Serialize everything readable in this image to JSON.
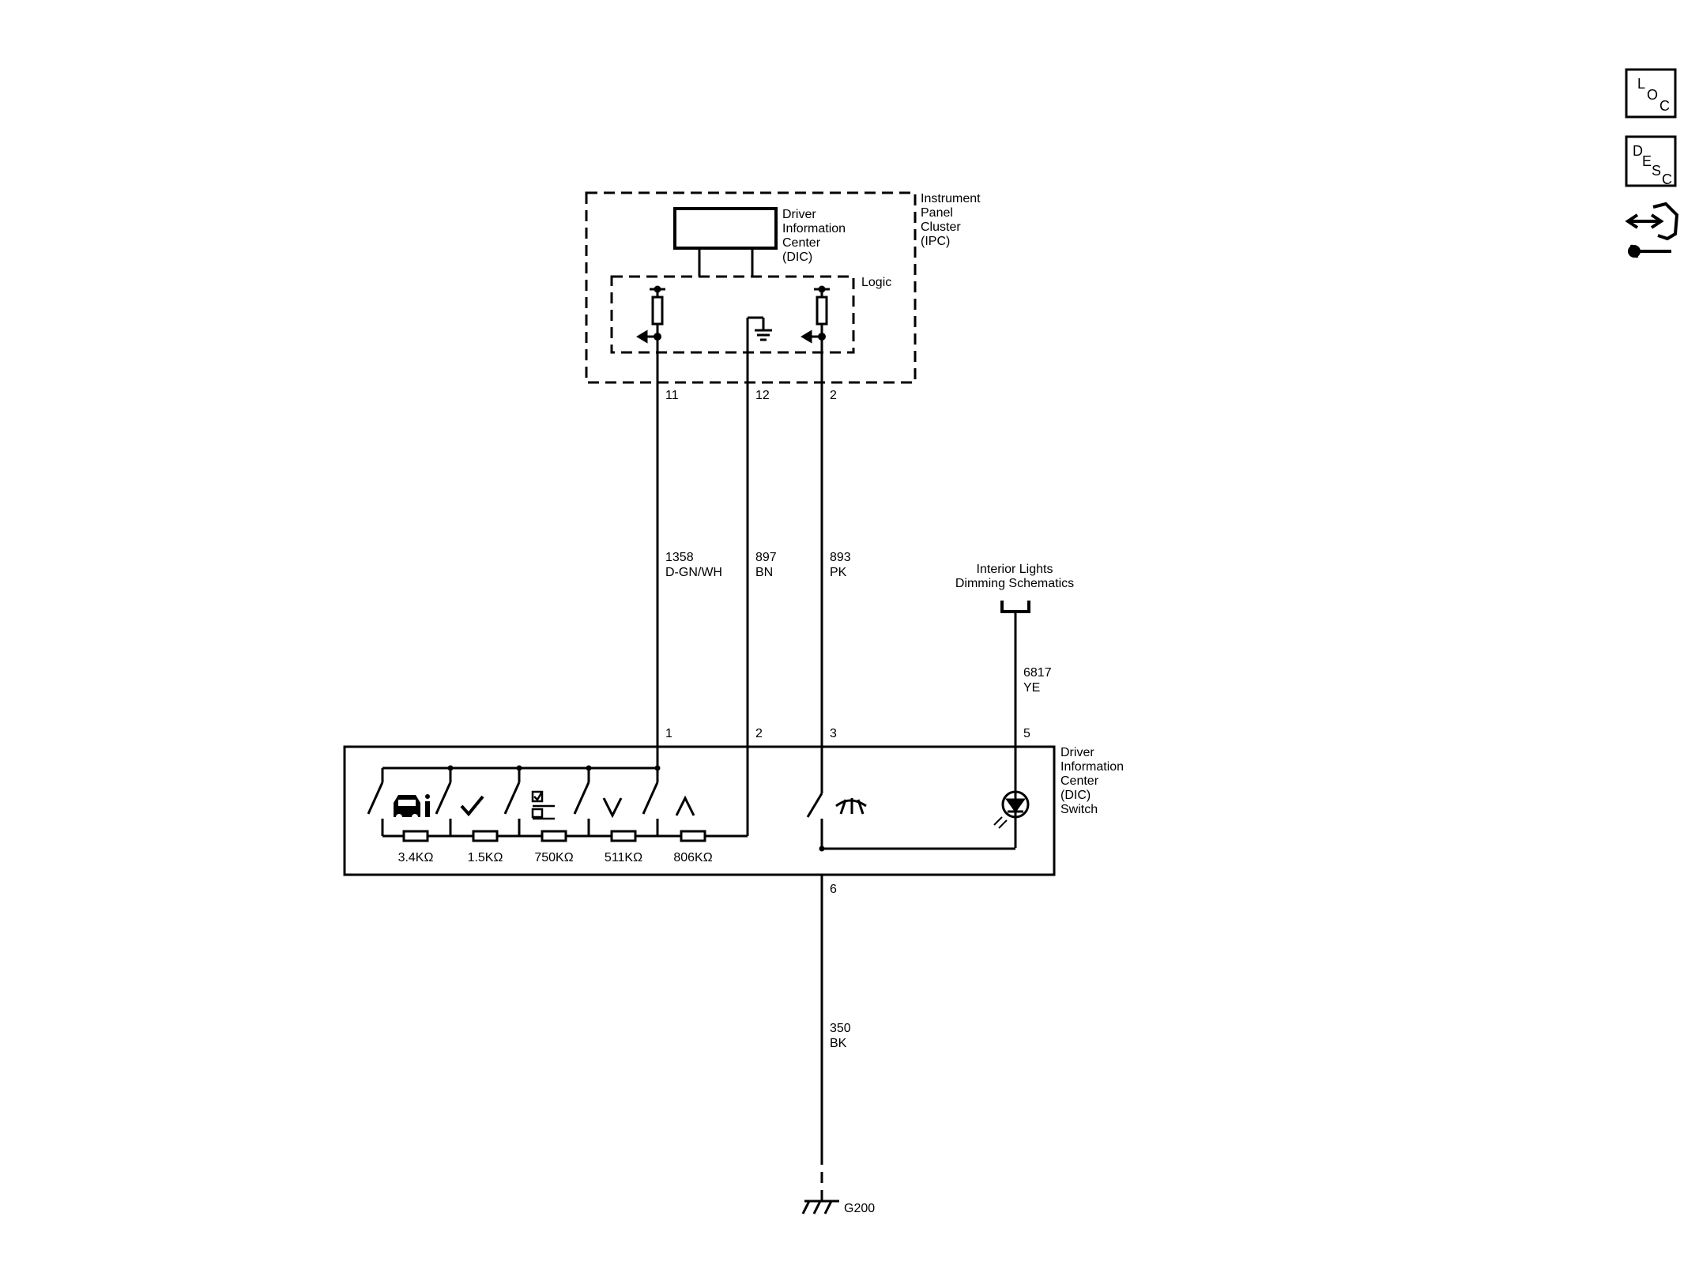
{
  "nav_icons": {
    "loc": {
      "l1": "L",
      "l2": "O",
      "l3": "C"
    },
    "desc": {
      "l1": "D",
      "l2": "E",
      "l3": "S",
      "l4": "C"
    },
    "connector_icon": "connector-end-view-icon"
  },
  "ipc": {
    "label": [
      "Instrument",
      "Panel",
      "Cluster",
      "(IPC)"
    ],
    "dic_label": [
      "Driver",
      "Information",
      "Center",
      "(DIC)"
    ],
    "logic_label": "Logic",
    "pins": {
      "p11": "11",
      "p12": "12",
      "p2": "2"
    }
  },
  "wires": {
    "w1": {
      "circuit": "1358",
      "color": "D-GN/WH"
    },
    "w2": {
      "circuit": "897",
      "color": "BN"
    },
    "w3": {
      "circuit": "893",
      "color": "PK"
    },
    "w4": {
      "circuit": "6817",
      "color": "YE"
    },
    "w5": {
      "circuit": "350",
      "color": "BK"
    }
  },
  "interior_lights": {
    "line1": "Interior Lights",
    "line2": "Dimming Schematics"
  },
  "dic_switch": {
    "label": [
      "Driver",
      "Information",
      "Center",
      "(DIC)",
      "Switch"
    ],
    "pins": {
      "p1": "1",
      "p2": "2",
      "p3": "3",
      "p5": "5",
      "p6": "6"
    },
    "resistors": [
      "3.4KΩ",
      "1.5KΩ",
      "750KΩ",
      "511KΩ",
      "806KΩ"
    ],
    "switch_icons": [
      "vehicle-info-icon",
      "check-icon",
      "checkbox-menu-icon",
      "down-arrow-icon",
      "up-arrow-icon",
      "dimmer-icon",
      "led-icon"
    ]
  },
  "ground": {
    "label": "G200"
  }
}
